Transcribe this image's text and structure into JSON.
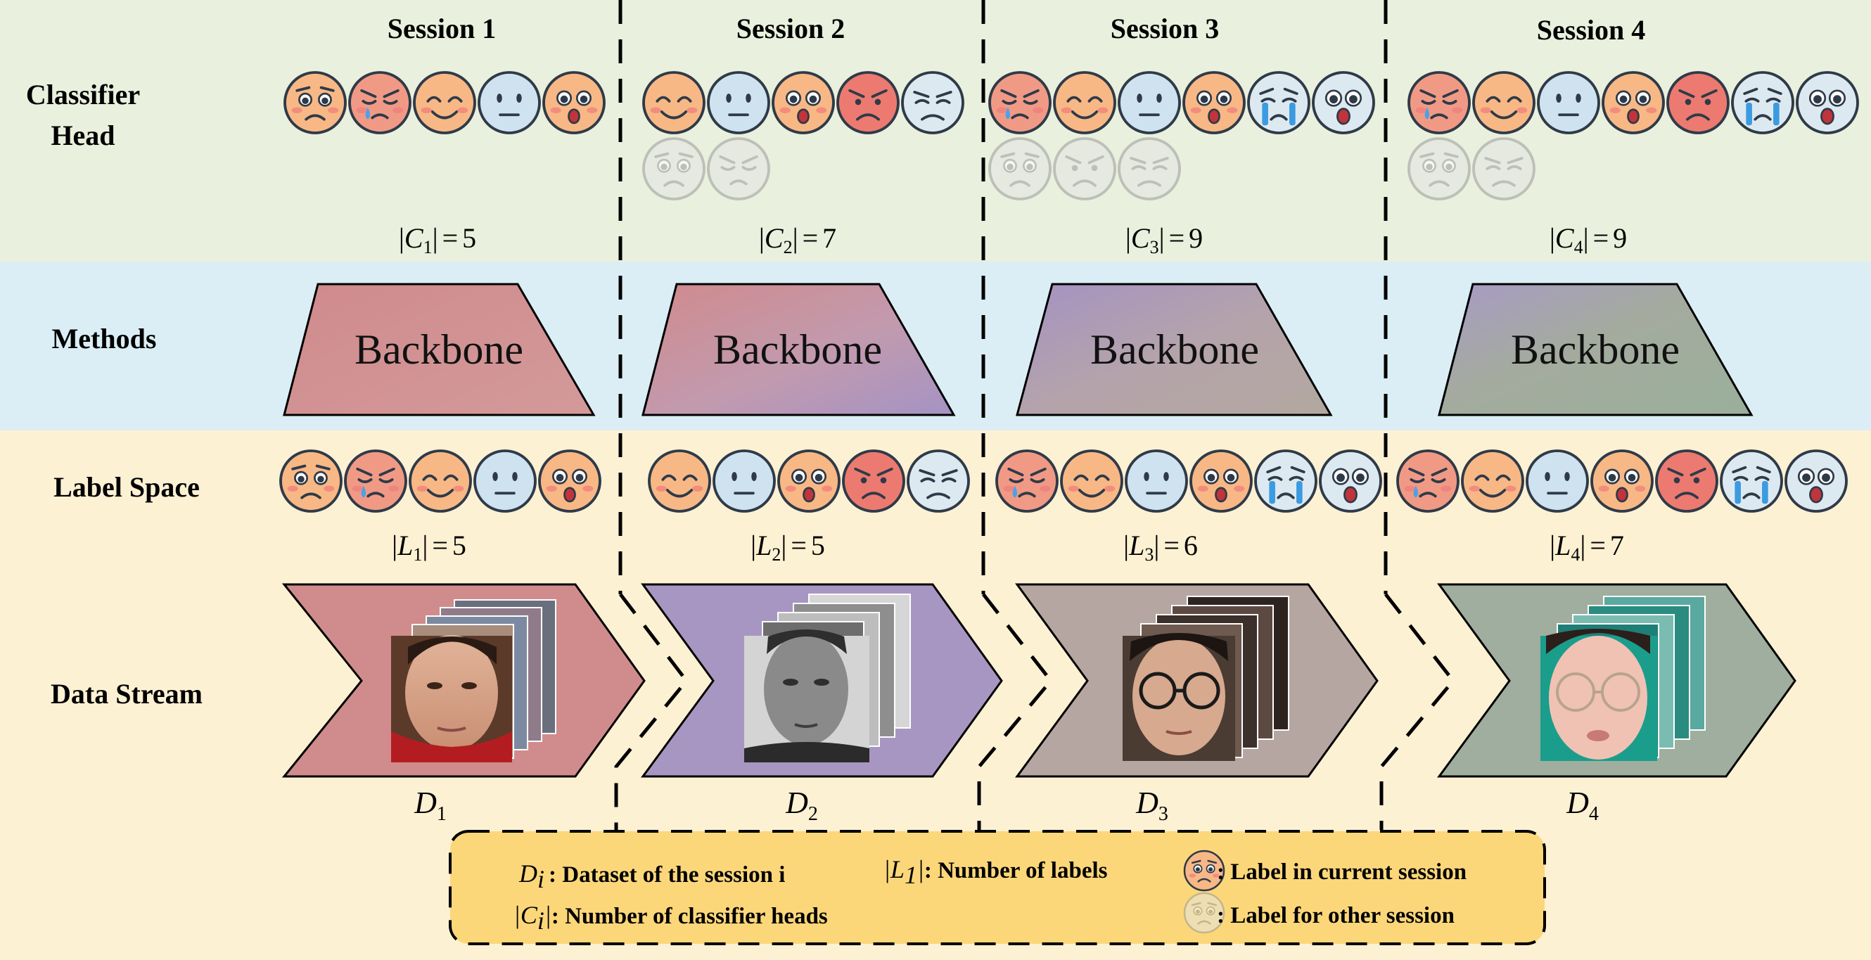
{
  "row_labels": {
    "classifier_head_line1": "Classifier",
    "classifier_head_line2": "Head",
    "methods": "Methods",
    "label_space": "Label Space",
    "data_stream": "Data Stream"
  },
  "sessions": [
    {
      "title": "Session 1",
      "head_emojis_current": [
        "fearful",
        "angry-crying",
        "happy",
        "neutral",
        "surprised"
      ],
      "head_emojis_other": [],
      "head_count": "5",
      "backbone": "Backbone",
      "label_emojis": [
        "fearful",
        "angry-crying",
        "happy",
        "neutral",
        "surprised"
      ],
      "label_count": "5",
      "dataset": "1",
      "stream_color": "#d08c8c"
    },
    {
      "title": "Session 2",
      "head_emojis_current": [
        "happy",
        "neutral",
        "surprised",
        "angry",
        "disgusted"
      ],
      "head_emojis_other": [
        "fearful",
        "angry-crying"
      ],
      "head_count": "7",
      "backbone": "Backbone",
      "label_emojis": [
        "happy",
        "neutral",
        "surprised",
        "angry",
        "disgusted"
      ],
      "label_count": "5",
      "dataset": "2",
      "stream_color": "#a896c2"
    },
    {
      "title": "Session 3",
      "head_emojis_current": [
        "angry-crying",
        "happy",
        "neutral",
        "surprised",
        "sad-crying",
        "shocked"
      ],
      "head_emojis_other": [
        "fearful",
        "angry",
        "disgusted"
      ],
      "head_count": "9",
      "backbone": "Backbone",
      "label_emojis": [
        "angry-crying",
        "happy",
        "neutral",
        "surprised",
        "sad-crying",
        "shocked"
      ],
      "label_count": "6",
      "dataset": "3",
      "stream_color": "#b6a6a2"
    },
    {
      "title": "Session 4",
      "head_emojis_current": [
        "angry-crying",
        "happy",
        "neutral",
        "surprised",
        "angry",
        "sad-crying",
        "shocked"
      ],
      "head_emojis_other": [
        "fearful",
        "disgusted"
      ],
      "head_count": "9",
      "backbone": "Backbone",
      "label_emojis": [
        "angry-crying",
        "happy",
        "neutral",
        "surprised",
        "angry",
        "sad-crying",
        "shocked"
      ],
      "label_count": "7",
      "dataset": "4",
      "stream_color": "#9fae9e"
    }
  ],
  "symbols": {
    "C": "C",
    "L": "L",
    "D": "D",
    "i": "i",
    "one": "1",
    "eq": "="
  },
  "legend": {
    "dataset_desc": ": Dataset of the session i",
    "labels_desc": ": Number of labels",
    "heads_desc": ": Number of classifier heads",
    "current_desc": ": Label in current session",
    "other_desc": ": Label for other session"
  },
  "colors": {
    "classifier_bg": "#e9f0dd",
    "methods_bg": "#dbeef5",
    "stream_bg": "#fdf1d3",
    "legend_bg": "#fcd77a",
    "emoji_warm": "#f7b886",
    "emoji_angry": "#ec7a70",
    "emoji_neutral": "#cfe2ef",
    "emoji_faded": "#e4e4e4"
  }
}
